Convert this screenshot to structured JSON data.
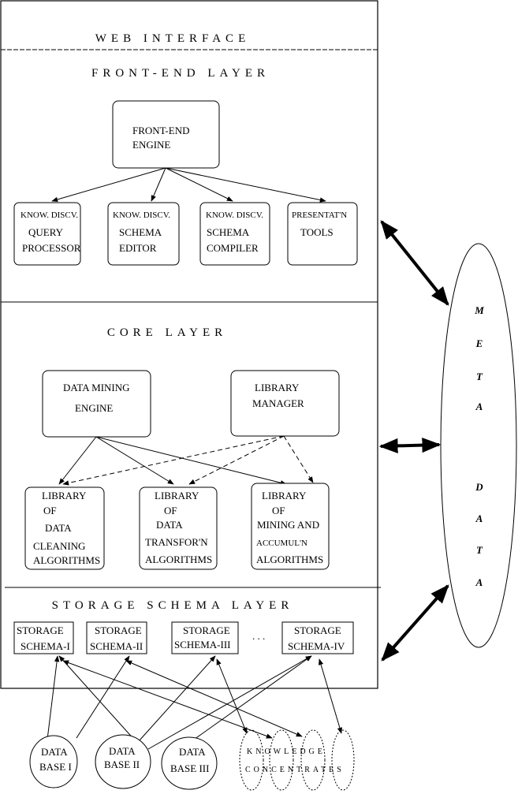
{
  "layers": {
    "web_interface": "WEB INTERFACE",
    "front_end": "FRONT-END LAYER",
    "core": "CORE LAYER",
    "storage": "STORAGE SCHEMA LAYER"
  },
  "front_end": {
    "engine": [
      "FRONT-END",
      "ENGINE"
    ],
    "query_processor": [
      "KNOW. DISCV.",
      "QUERY",
      "PROCESSOR"
    ],
    "schema_editor": [
      "KNOW. DISCV.",
      "SCHEMA",
      "EDITOR"
    ],
    "schema_compiler": [
      "KNOW. DISCV.",
      "SCHEMA",
      "COMPILER"
    ],
    "presentation_tools": [
      "PRESENTAT'N",
      "TOOLS"
    ]
  },
  "core": {
    "data_mining_engine": [
      "DATA MINING",
      "ENGINE"
    ],
    "library_manager": [
      "LIBRARY",
      "MANAGER"
    ],
    "cleaning_library": [
      "LIBRARY",
      "OF",
      "DATA",
      "CLEANING",
      "ALGORITHMS"
    ],
    "transformation_library": [
      "LIBRARY",
      "OF",
      "DATA",
      "TRANSFOR'N",
      "ALGORITHMS"
    ],
    "mining_library": [
      "LIBRARY",
      "OF",
      "MINING AND",
      "ACCUMUL'N",
      "ALGORITHMS"
    ]
  },
  "storage": {
    "schemas": [
      [
        "STORAGE",
        "SCHEMA-I"
      ],
      [
        "STORAGE",
        "SCHEMA-II"
      ],
      [
        "STORAGE",
        "SCHEMA-III"
      ],
      [
        "STORAGE",
        "SCHEMA-IV"
      ]
    ],
    "ellipsis": ". . ."
  },
  "databases": [
    [
      "DATA",
      "BASE I"
    ],
    [
      "DATA",
      "BASE II"
    ],
    [
      "DATA",
      "BASE III"
    ]
  ],
  "knowledge_concentrates": [
    "KNOWLEDGE",
    "CONCENTRATES"
  ],
  "metadata_letters": [
    "M",
    "E",
    "T",
    "A",
    "D",
    "A",
    "T",
    "A"
  ]
}
